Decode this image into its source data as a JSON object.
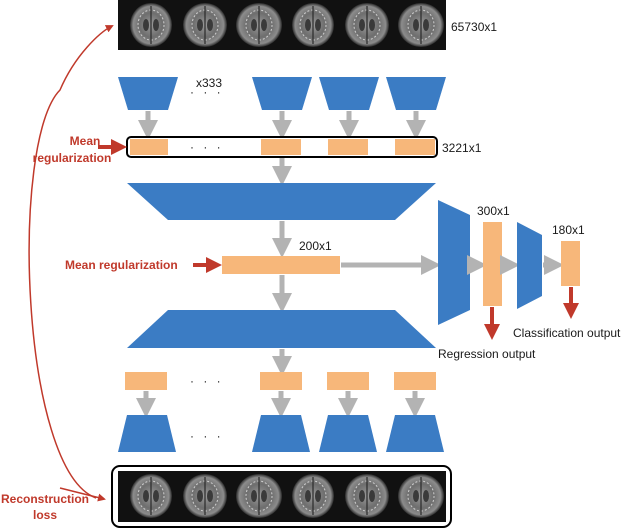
{
  "input_label": "65730x1",
  "encoder_count_label": "x333",
  "concat_label": "3221x1",
  "latent_label": "200x1",
  "regression_hidden_label": "300x1",
  "classification_hidden_label": "180x1",
  "regression_output_label": "Regression output",
  "classification_output_label": "Classification output",
  "mean_reg_top": [
    "Mean",
    "regularization"
  ],
  "mean_reg_middle": "Mean regularization",
  "reconstruction_loss": [
    "Reconstruction",
    "loss"
  ],
  "ellipsis": "· · ·",
  "colors": {
    "blue": "#3b7cc4",
    "orange": "#f7b77a",
    "gray_arrow": "#b3b3b3",
    "red": "#c0392b",
    "brain_bg": "#111111"
  }
}
